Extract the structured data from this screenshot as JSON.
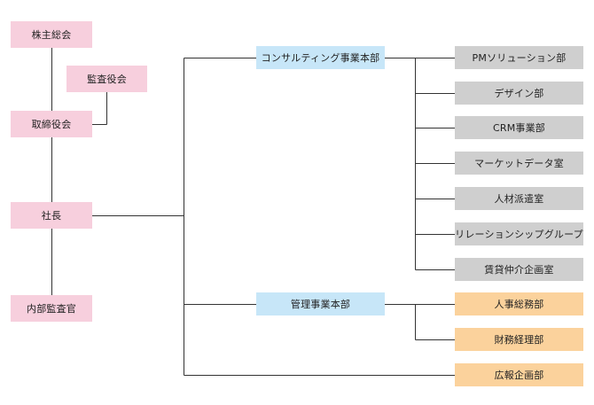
{
  "left": {
    "shareholders": "株主総会",
    "auditors": "監査役会",
    "board": "取締役会",
    "president": "社長",
    "internal_audit": "内部監査官"
  },
  "divisions": {
    "consulting": "コンサルティング事業本部",
    "admin": "管理事業本部"
  },
  "departments": {
    "pm_solution": "PMソリューション部",
    "design": "デザイン部",
    "crm": "CRM事業部",
    "marketing_data": "マーケットデータ室",
    "staffing": "人材派遣室",
    "relocation": "リレーションシップグループ",
    "rental": "賃貸仲介企画室",
    "hr": "人事総務部",
    "finance": "財務経理部",
    "pr": "広報企画部"
  },
  "colors": {
    "pink": "#f7cfdd",
    "blue": "#c7e6f8",
    "gray": "#cfcfcf",
    "orange": "#fbd29c",
    "line": "#333333"
  }
}
